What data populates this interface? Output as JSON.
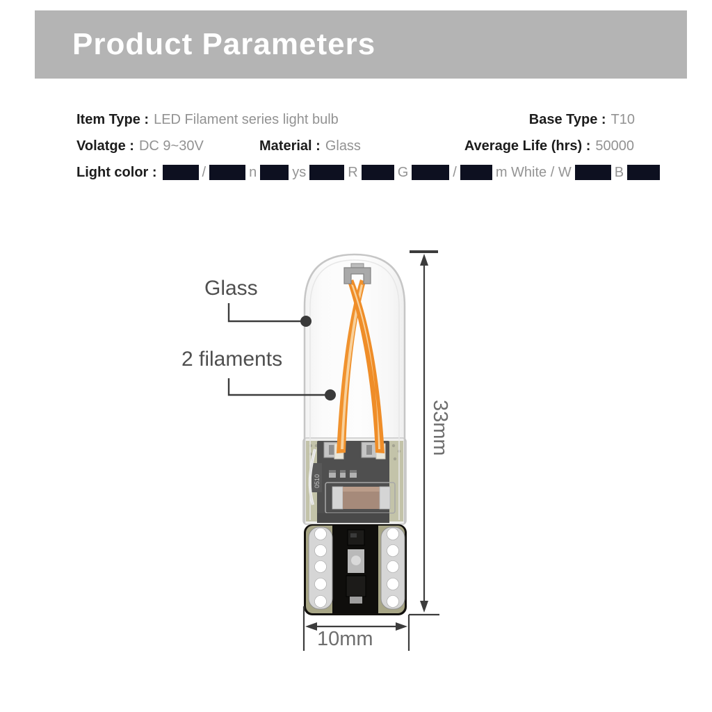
{
  "header": {
    "title": "Product Parameters"
  },
  "specs": {
    "item_type": {
      "label": "Item Type :",
      "value": "LED Filament series light bulb"
    },
    "base_type": {
      "label": "Base Type :",
      "value": "T10"
    },
    "voltage": {
      "label": "Volatge :",
      "value": "DC 9~30V"
    },
    "material": {
      "label": "Material :",
      "value": "Glass"
    },
    "average_life": {
      "label": "Average Life (hrs) :",
      "value": "50000"
    },
    "light_color": {
      "label": "Light color :",
      "segments": [
        {
          "type": "redacted",
          "width": 52
        },
        {
          "type": "text",
          "text": "/"
        },
        {
          "type": "redacted",
          "width": 52
        },
        {
          "type": "text",
          "text": "n"
        },
        {
          "type": "redacted",
          "width": 41
        },
        {
          "type": "text",
          "text": "ys"
        },
        {
          "type": "redacted",
          "width": 50
        },
        {
          "type": "text",
          "text": "R"
        },
        {
          "type": "redacted",
          "width": 47
        },
        {
          "type": "text",
          "text": "G"
        },
        {
          "type": "redacted",
          "width": 54
        },
        {
          "type": "text",
          "text": "/"
        },
        {
          "type": "redacted",
          "width": 46
        },
        {
          "type": "text",
          "text": "m White / W"
        },
        {
          "type": "redacted",
          "width": 52
        },
        {
          "type": "text",
          "text": "B"
        },
        {
          "type": "redacted",
          "width": 47
        }
      ]
    }
  },
  "diagram": {
    "glass_label": "Glass",
    "filaments_label": "2 filaments",
    "height_dimension": "33mm",
    "width_dimension": "10mm",
    "chip_marking": "0510",
    "colors": {
      "banner_gray": "#b4b4b4",
      "redaction_dark": "#0d1020",
      "value_gray": "#929292",
      "filament_orange": "#f0922e",
      "pcb_black": "#1e1e1e",
      "base_khaki": "#a8a686",
      "capacitor_brown": "#8d6a55",
      "line_dark": "#3c3c3c"
    }
  }
}
